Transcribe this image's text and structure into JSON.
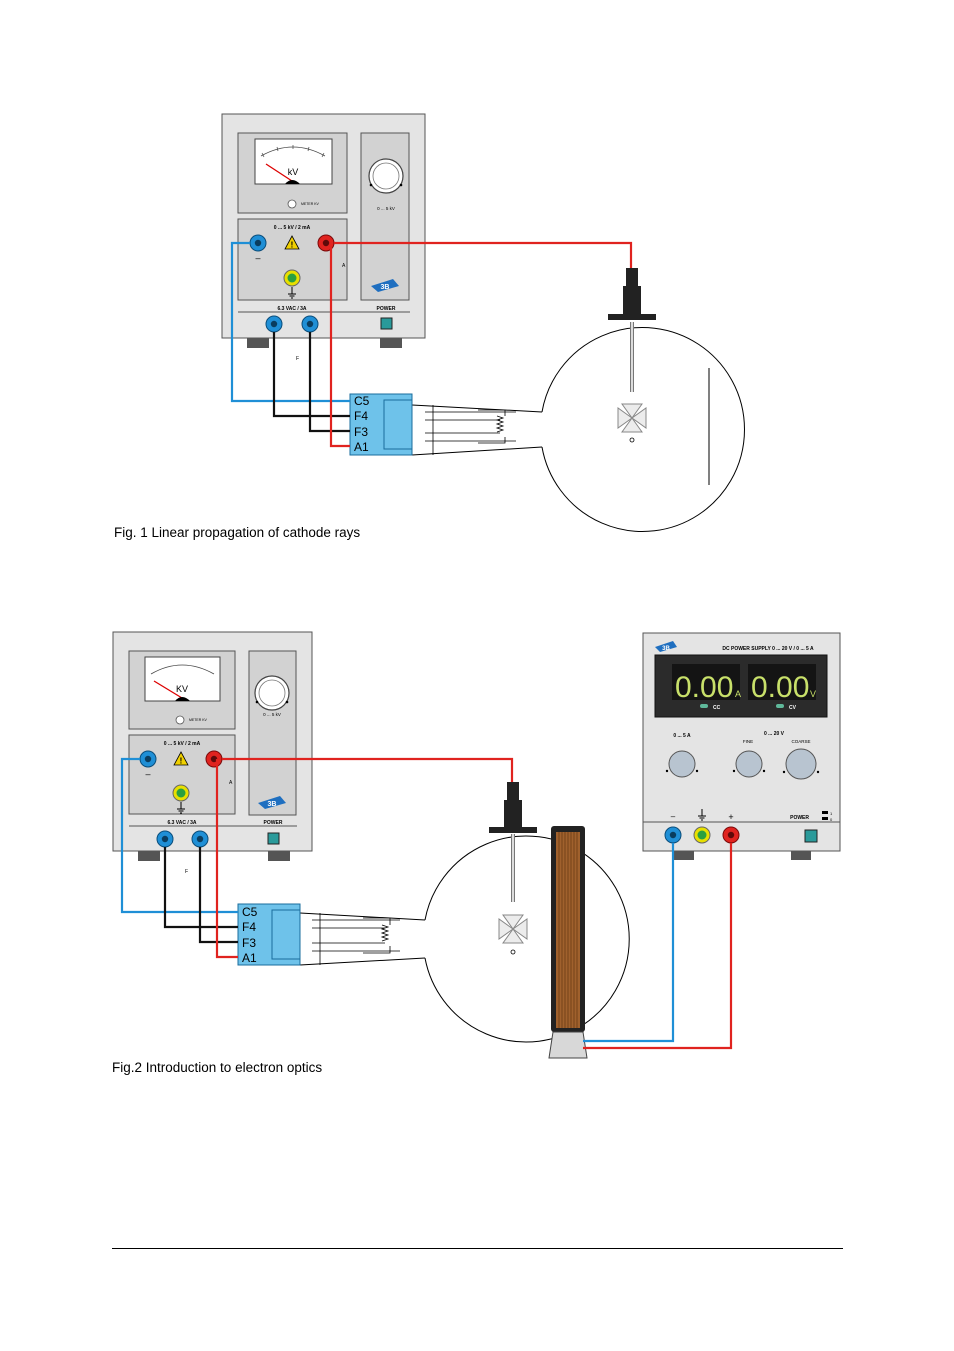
{
  "figures": [
    {
      "caption": "Fig. 1 Linear propagation of cathode rays",
      "hv_supply": {
        "meter_unit": "kV",
        "meter_note": "METER KV",
        "knob_range": "0 ... 5 kV",
        "output_label": "0 ... 5 kV / 2 mA",
        "minus_sign": "–",
        "anode_mark": "A",
        "heater_label": "6.3 VAC / 3A",
        "power_label": "POWER",
        "filament_mark": "F"
      },
      "tube_pins": [
        "C5",
        "F4",
        "F3",
        "A1"
      ]
    },
    {
      "caption": "Fig.2 Introduction to electron optics",
      "hv_supply": {
        "meter_unit": "KV",
        "meter_note": "METER KV",
        "knob_range": "0 ... 5 kV",
        "output_label": "0 ... 5 kV / 2 mA",
        "minus_sign": "–",
        "anode_mark": "A",
        "heater_label": "6.3 VAC / 3A",
        "power_label": "POWER",
        "filament_mark": "F"
      },
      "tube_pins": [
        "C5",
        "F4",
        "F3",
        "A1"
      ],
      "dc_supply": {
        "title": "DC POWER SUPPLY 0 ... 20 V / 0 ... 5 A",
        "current_value": "0.00",
        "current_unit": "A",
        "voltage_value": "0.00",
        "voltage_unit": "V",
        "cc_label": "CC",
        "cv_label": "CV",
        "current_knob_label": "0 ... 5 A",
        "voltage_knob_label": "0 ... 20 V",
        "fine_label": "FINE",
        "coarse_label": "COARSE",
        "power_label": "POWER"
      }
    }
  ],
  "colors": {
    "wire_blue": "#1f8fd6",
    "wire_red": "#e0231f",
    "wire_black": "#111111",
    "device_gray": "#e4e4e4",
    "panel_gray": "#d2d2d2",
    "pin_box": "#6ec2ea",
    "coil_brown": "#a0612d",
    "display_bg": "#2b2b2b",
    "display_digits": "#c8e06a"
  }
}
